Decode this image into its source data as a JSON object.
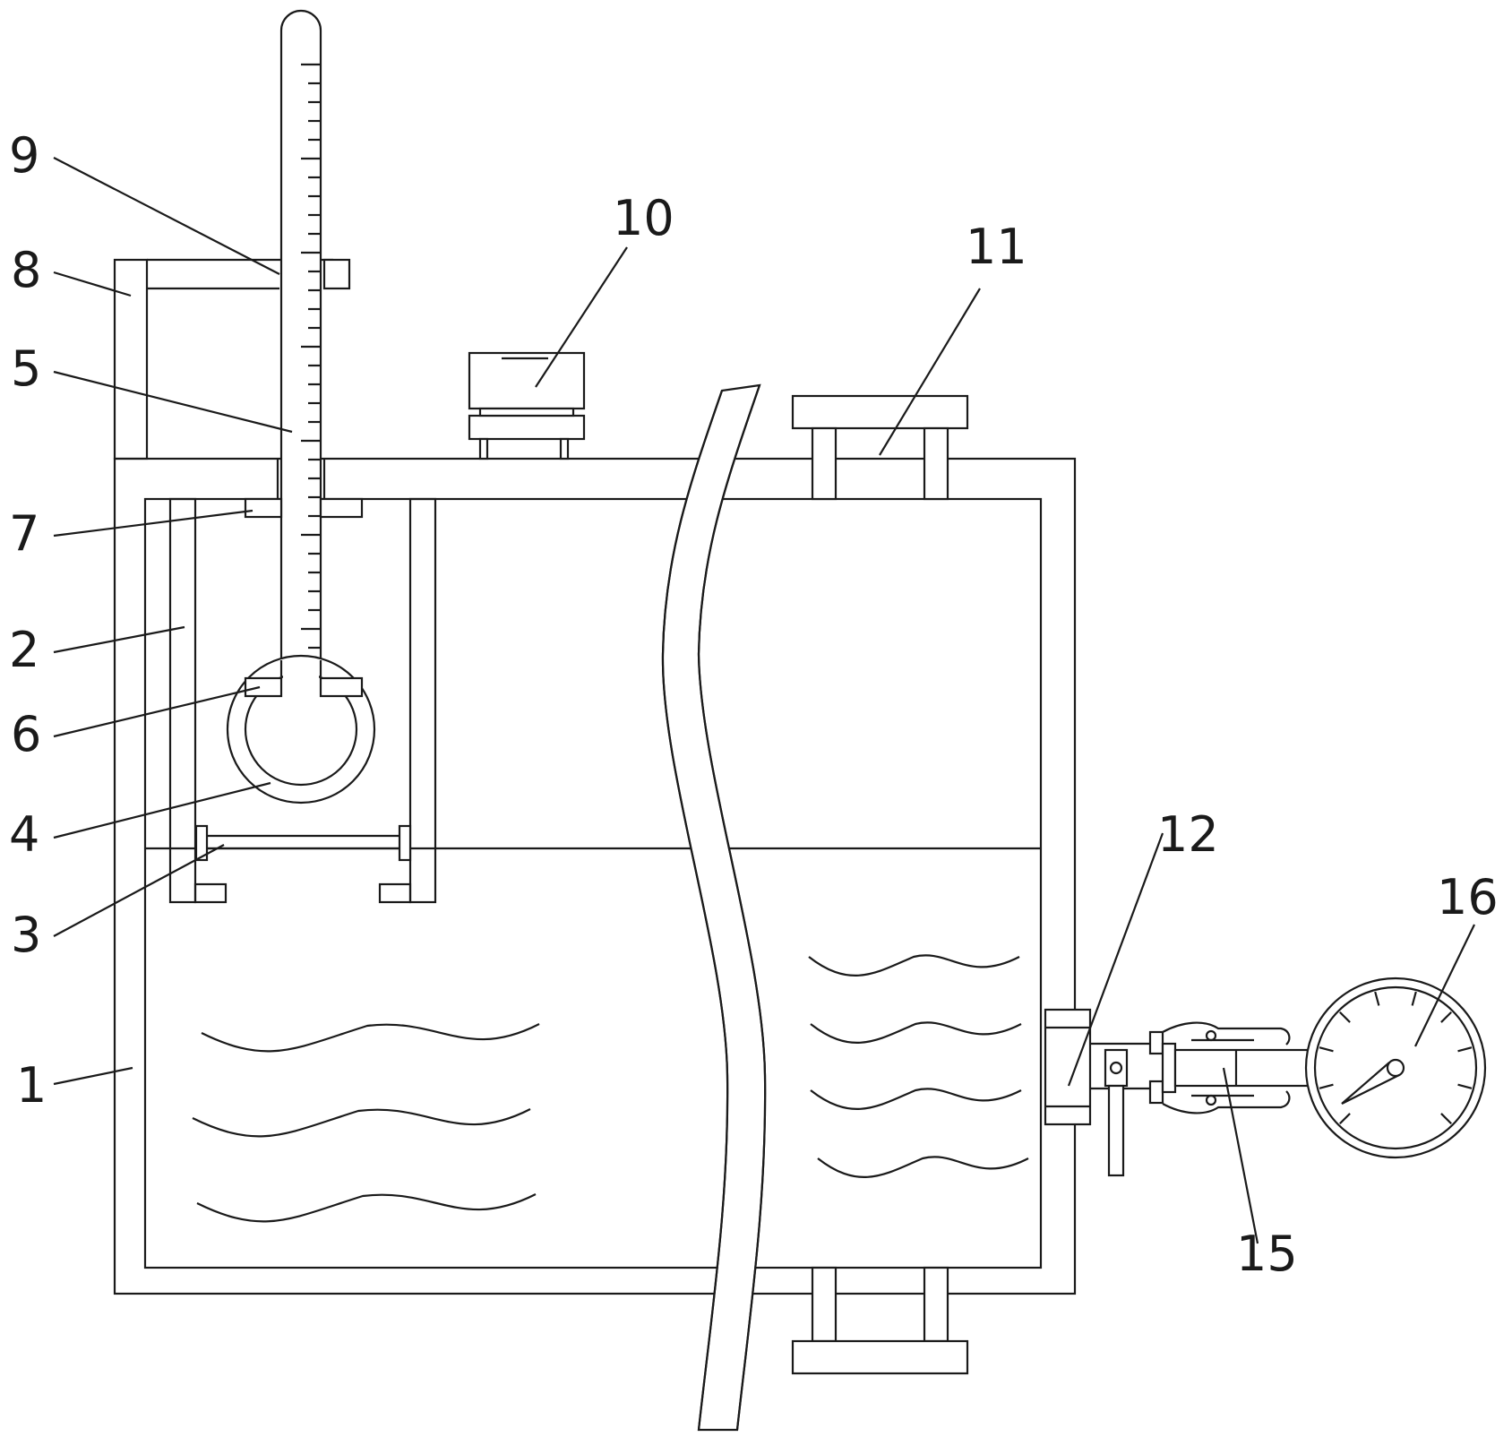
{
  "labels": {
    "l1": "1",
    "l2": "2",
    "l3": "3",
    "l4": "4",
    "l5": "5",
    "l6": "6",
    "l7": "7",
    "l8": "8",
    "l9": "9",
    "l10": "10",
    "l11": "11",
    "l12": "12",
    "l15": "15",
    "l16": "16"
  },
  "colors": {
    "line": "#1a1a1a",
    "background": "#ffffff"
  }
}
